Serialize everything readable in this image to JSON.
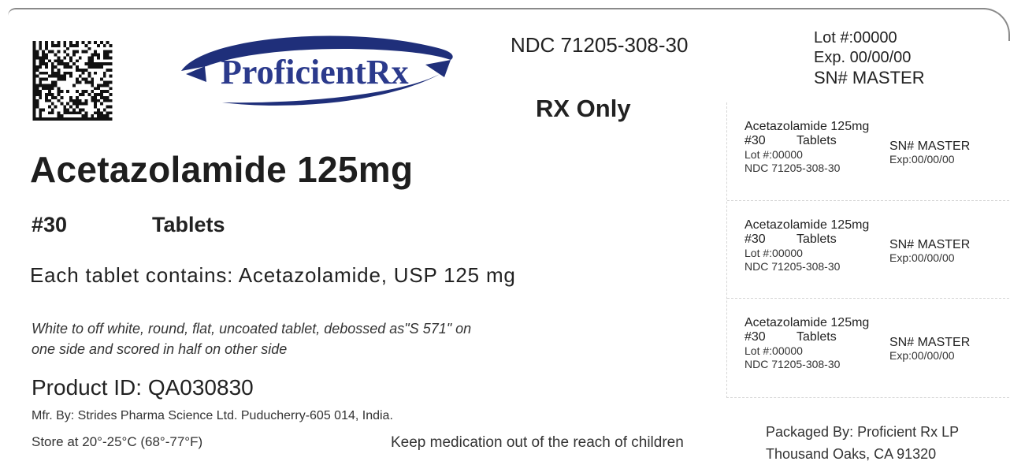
{
  "logo": {
    "text": "ProficientRx",
    "colors": {
      "swoosh": "#1f2f7a",
      "text": "#2b3a8c"
    }
  },
  "ndc": "NDC 71205-308-30",
  "rx_only": "RX Only",
  "lot_block": {
    "lot": "Lot #:00000",
    "exp": "Exp.  00/00/00",
    "sn": "SN# MASTER"
  },
  "drug": {
    "name": "Acetazolamide 125mg",
    "count": "#30",
    "form": "Tablets",
    "contains": "Each tablet contains: Acetazolamide, USP 125 mg",
    "description_line1": "White to off white, round, flat, uncoated tablet, debossed as\"S 571\" on",
    "description_line2": "one side and scored in half on other side",
    "product_id": "Product ID: QA030830",
    "mfr": "Mfr. By: Strides Pharma Science Ltd.  Puducherry-605 014, India.",
    "storage": "Store at 20°-25°C (68°-77°F)",
    "warning": "Keep medication out of the reach of children"
  },
  "packager": {
    "line1": "Packaged By: Proficient Rx LP",
    "line2": "Thousand Oaks, CA 91320"
  },
  "stickers": [
    {
      "name": "Acetazolamide 125mg",
      "count": "#30",
      "form": "Tablets",
      "lot": "Lot #:00000",
      "ndc": "NDC 71205-308-30",
      "sn": "SN# MASTER",
      "exp": "Exp:00/00/00"
    },
    {
      "name": "Acetazolamide 125mg",
      "count": "#30",
      "form": "Tablets",
      "lot": "Lot #:00000",
      "ndc": "NDC 71205-308-30",
      "sn": "SN# MASTER",
      "exp": "Exp:00/00/00"
    },
    {
      "name": "Acetazolamide 125mg",
      "count": "#30",
      "form": "Tablets",
      "lot": "Lot #:00000",
      "ndc": "NDC 71205-308-30",
      "sn": "SN# MASTER",
      "exp": "Exp:00/00/00"
    }
  ],
  "icons": {
    "barcode": "datamatrix-barcode-icon"
  }
}
